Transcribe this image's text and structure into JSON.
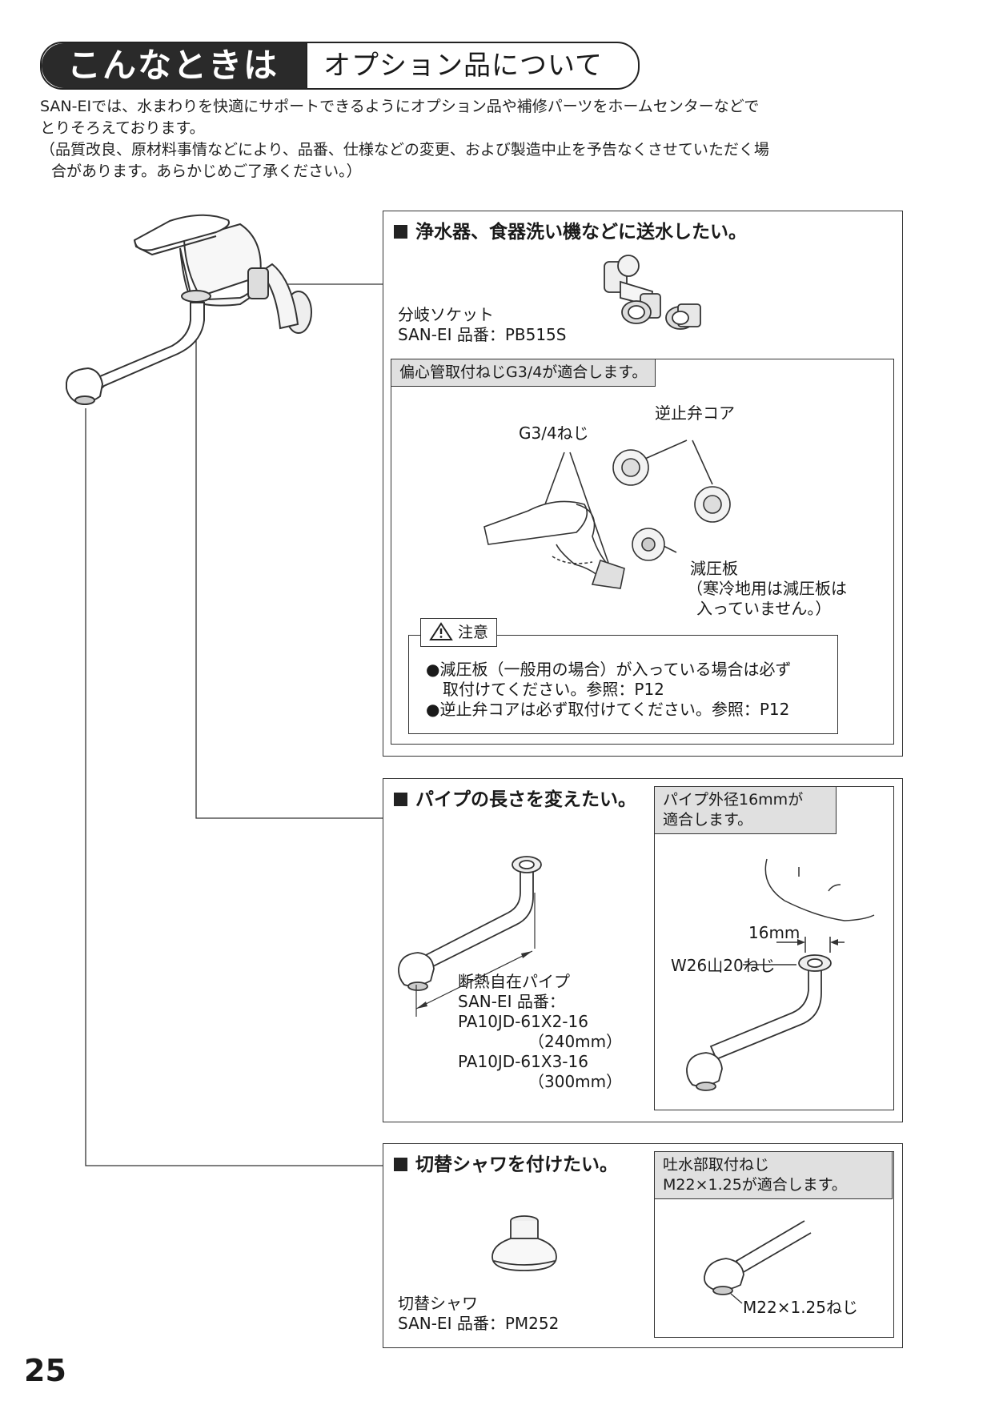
{
  "header": {
    "left_text": "こんなときは",
    "right_text": "オプション品について"
  },
  "intro": {
    "line1": "SAN-EIでは、水まわりを快適にサポートできるようにオプション品や補修パーツをホームセンターなどで",
    "line2": "とりそろえております。",
    "line3": "（品質改良、原材料事情などにより、品番、仕様などの変更、および製造中止を予告なくさせていただく場",
    "line4": "合があります。あらかじめご了承ください。）"
  },
  "panel_water": {
    "title": "浄水器、食器洗い機などに送水したい。",
    "product_name": "分岐ソケット",
    "product_code": "SAN-EI 品番：PB515S",
    "subbox_tab": "偏心管取付ねじG3/4が適合します。",
    "label_thread": "G3/4ねじ",
    "label_check_valve": "逆止弁コア",
    "label_reducer": "減圧板",
    "label_reducer_note1": "（寒冷地用は減圧板は",
    "label_reducer_note2": "入っていません。）",
    "caution_label": "注意",
    "caution1_line1": "●減圧板（一般用の場合）が入っている場合は必ず",
    "caution1_line2": "取付けてください。参照：P12",
    "caution2": "●逆止弁コアは必ず取付けてください。参照：P12"
  },
  "panel_pipe": {
    "title": "パイプの長さを変えたい。",
    "subbox_tab_line1": "パイプ外径16mmが",
    "subbox_tab_line2": "適合します。",
    "product_name": "断熱自在パイプ",
    "product_code_label": "SAN-EI 品番：",
    "code1": "PA10JD-61X2-16",
    "code1_len": "（240mm）",
    "code2": "PA10JD-61X3-16",
    "code2_len": "（300mm）",
    "dim_label": "16mm",
    "thread_label": "W26山20ねじ"
  },
  "panel_shower": {
    "title": "切替シャワを付けたい。",
    "subbox_tab_line1": "吐水部取付ねじ",
    "subbox_tab_line2": "M22×1.25が適合します。",
    "product_name": "切替シャワ",
    "product_code": "SAN-EI 品番：PM252",
    "thread_label": "M22×1.25ねじ"
  },
  "page_number": "25",
  "icons": {
    "warning": "warning-triangle-icon",
    "bullet": "black-square-icon"
  }
}
